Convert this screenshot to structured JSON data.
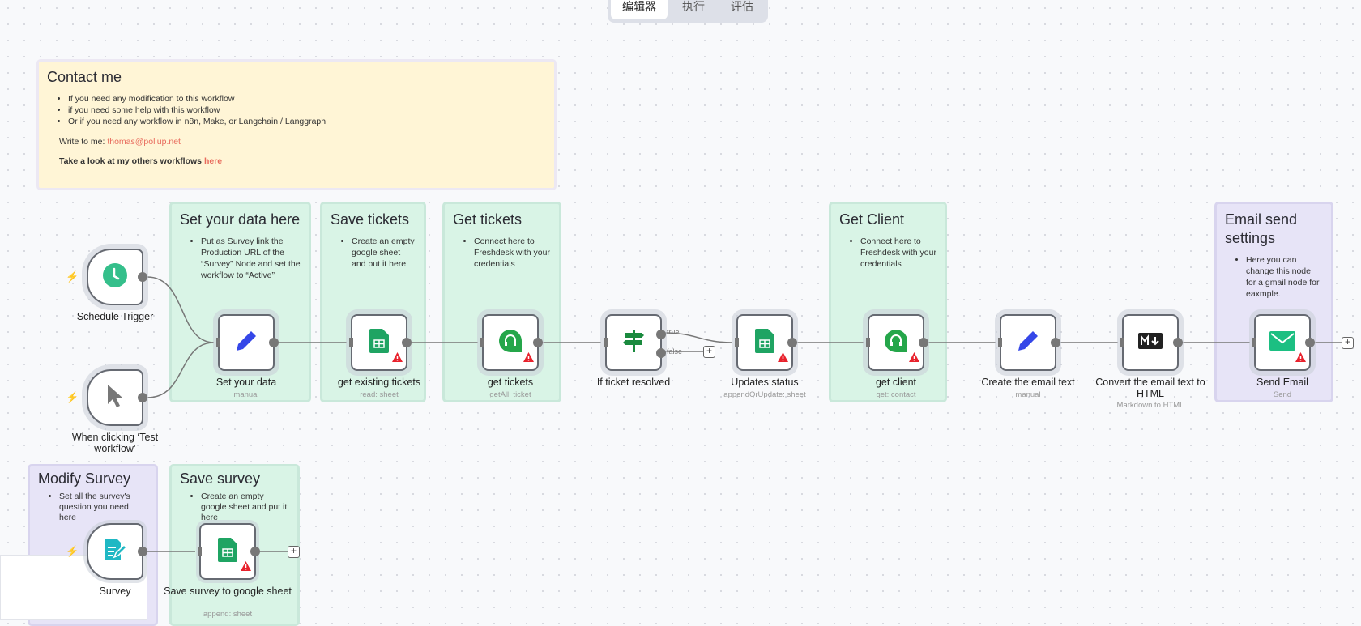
{
  "tabs": [
    {
      "label": "编辑器",
      "active": true
    },
    {
      "label": "执行"
    },
    {
      "label": "评估"
    }
  ],
  "notes": {
    "contact": {
      "title": "Contact me",
      "items": [
        "If you need any modification to this workflow",
        "if you need some help with this workflow",
        "Or if you need any workflow in n8n, Make, or Langchain / Langgraph"
      ],
      "write_label": "Write to me: ",
      "email": "thomas@pollup.net",
      "look_label": "Take a look at my others workflows ",
      "here": "here"
    },
    "set_data": {
      "title": "Set your data here",
      "item": "Put as Survey link the Production URL of the “Survey” Node and set the workflow to “Active”"
    },
    "save_tickets": {
      "title": "Save tickets",
      "item": "Create an empty google sheet and put it here"
    },
    "get_tickets": {
      "title": "Get tickets",
      "item": "Connect here to Freshdesk with your credentials"
    },
    "get_client": {
      "title": "Get Client",
      "item": "Connect here to Freshdesk with your credentials"
    },
    "email_settings": {
      "title": "Email send settings",
      "item": "Here you can change this node for a gmail node for eaxmple."
    },
    "modify_survey": {
      "title": "Modify Survey",
      "item": "Set all the survey's question you need here"
    },
    "save_survey": {
      "title": "Save survey",
      "item": "Create an empty google sheet and put it here"
    }
  },
  "nodes": [
    {
      "label": "Schedule Trigger",
      "subtitle": "",
      "icon": "clock-icon",
      "trigger": true,
      "warning": false
    },
    {
      "label": "When clicking ‘Test workflow’",
      "subtitle": "",
      "icon": "cursor-icon",
      "trigger": true,
      "warning": false
    },
    {
      "label": "Set your data",
      "subtitle": "manual",
      "icon": "pencil-icon",
      "warning": false
    },
    {
      "label": "get existing tickets",
      "subtitle": "read: sheet",
      "icon": "google-sheets-icon",
      "warning": true
    },
    {
      "label": "get tickets",
      "subtitle": "getAll: ticket",
      "icon": "freshdesk-icon",
      "warning": true
    },
    {
      "label": "If ticket resolved",
      "subtitle": "",
      "icon": "signpost-icon",
      "warning": false
    },
    {
      "label": "Updates status",
      "subtitle": "appendOrUpdate: sheet",
      "icon": "google-sheets-icon",
      "warning": true
    },
    {
      "label": "get client",
      "subtitle": "get: contact",
      "icon": "freshdesk-icon",
      "warning": true
    },
    {
      "label": "Create the email text",
      "subtitle": "manual",
      "icon": "pencil-icon",
      "warning": false
    },
    {
      "label": "Convert the email text to HTML",
      "subtitle": "Markdown to HTML",
      "icon": "markdown-icon",
      "warning": false
    },
    {
      "label": "Send Email",
      "subtitle": "Send",
      "icon": "email-icon",
      "warning": true
    },
    {
      "label": "Survey",
      "subtitle": "",
      "icon": "form-icon",
      "trigger": true,
      "warning": false
    },
    {
      "label": "Save survey to google sheet",
      "subtitle": "append: sheet",
      "icon": "google-sheets-icon",
      "warning": true
    }
  ],
  "branches": {
    "true": "true",
    "false": "false"
  },
  "colors": {
    "accent": "#e86a5c",
    "sticky_green": "#d9f4e6",
    "sticky_purple": "#e7e4f7",
    "sticky_yellow": "#fff5d6"
  }
}
